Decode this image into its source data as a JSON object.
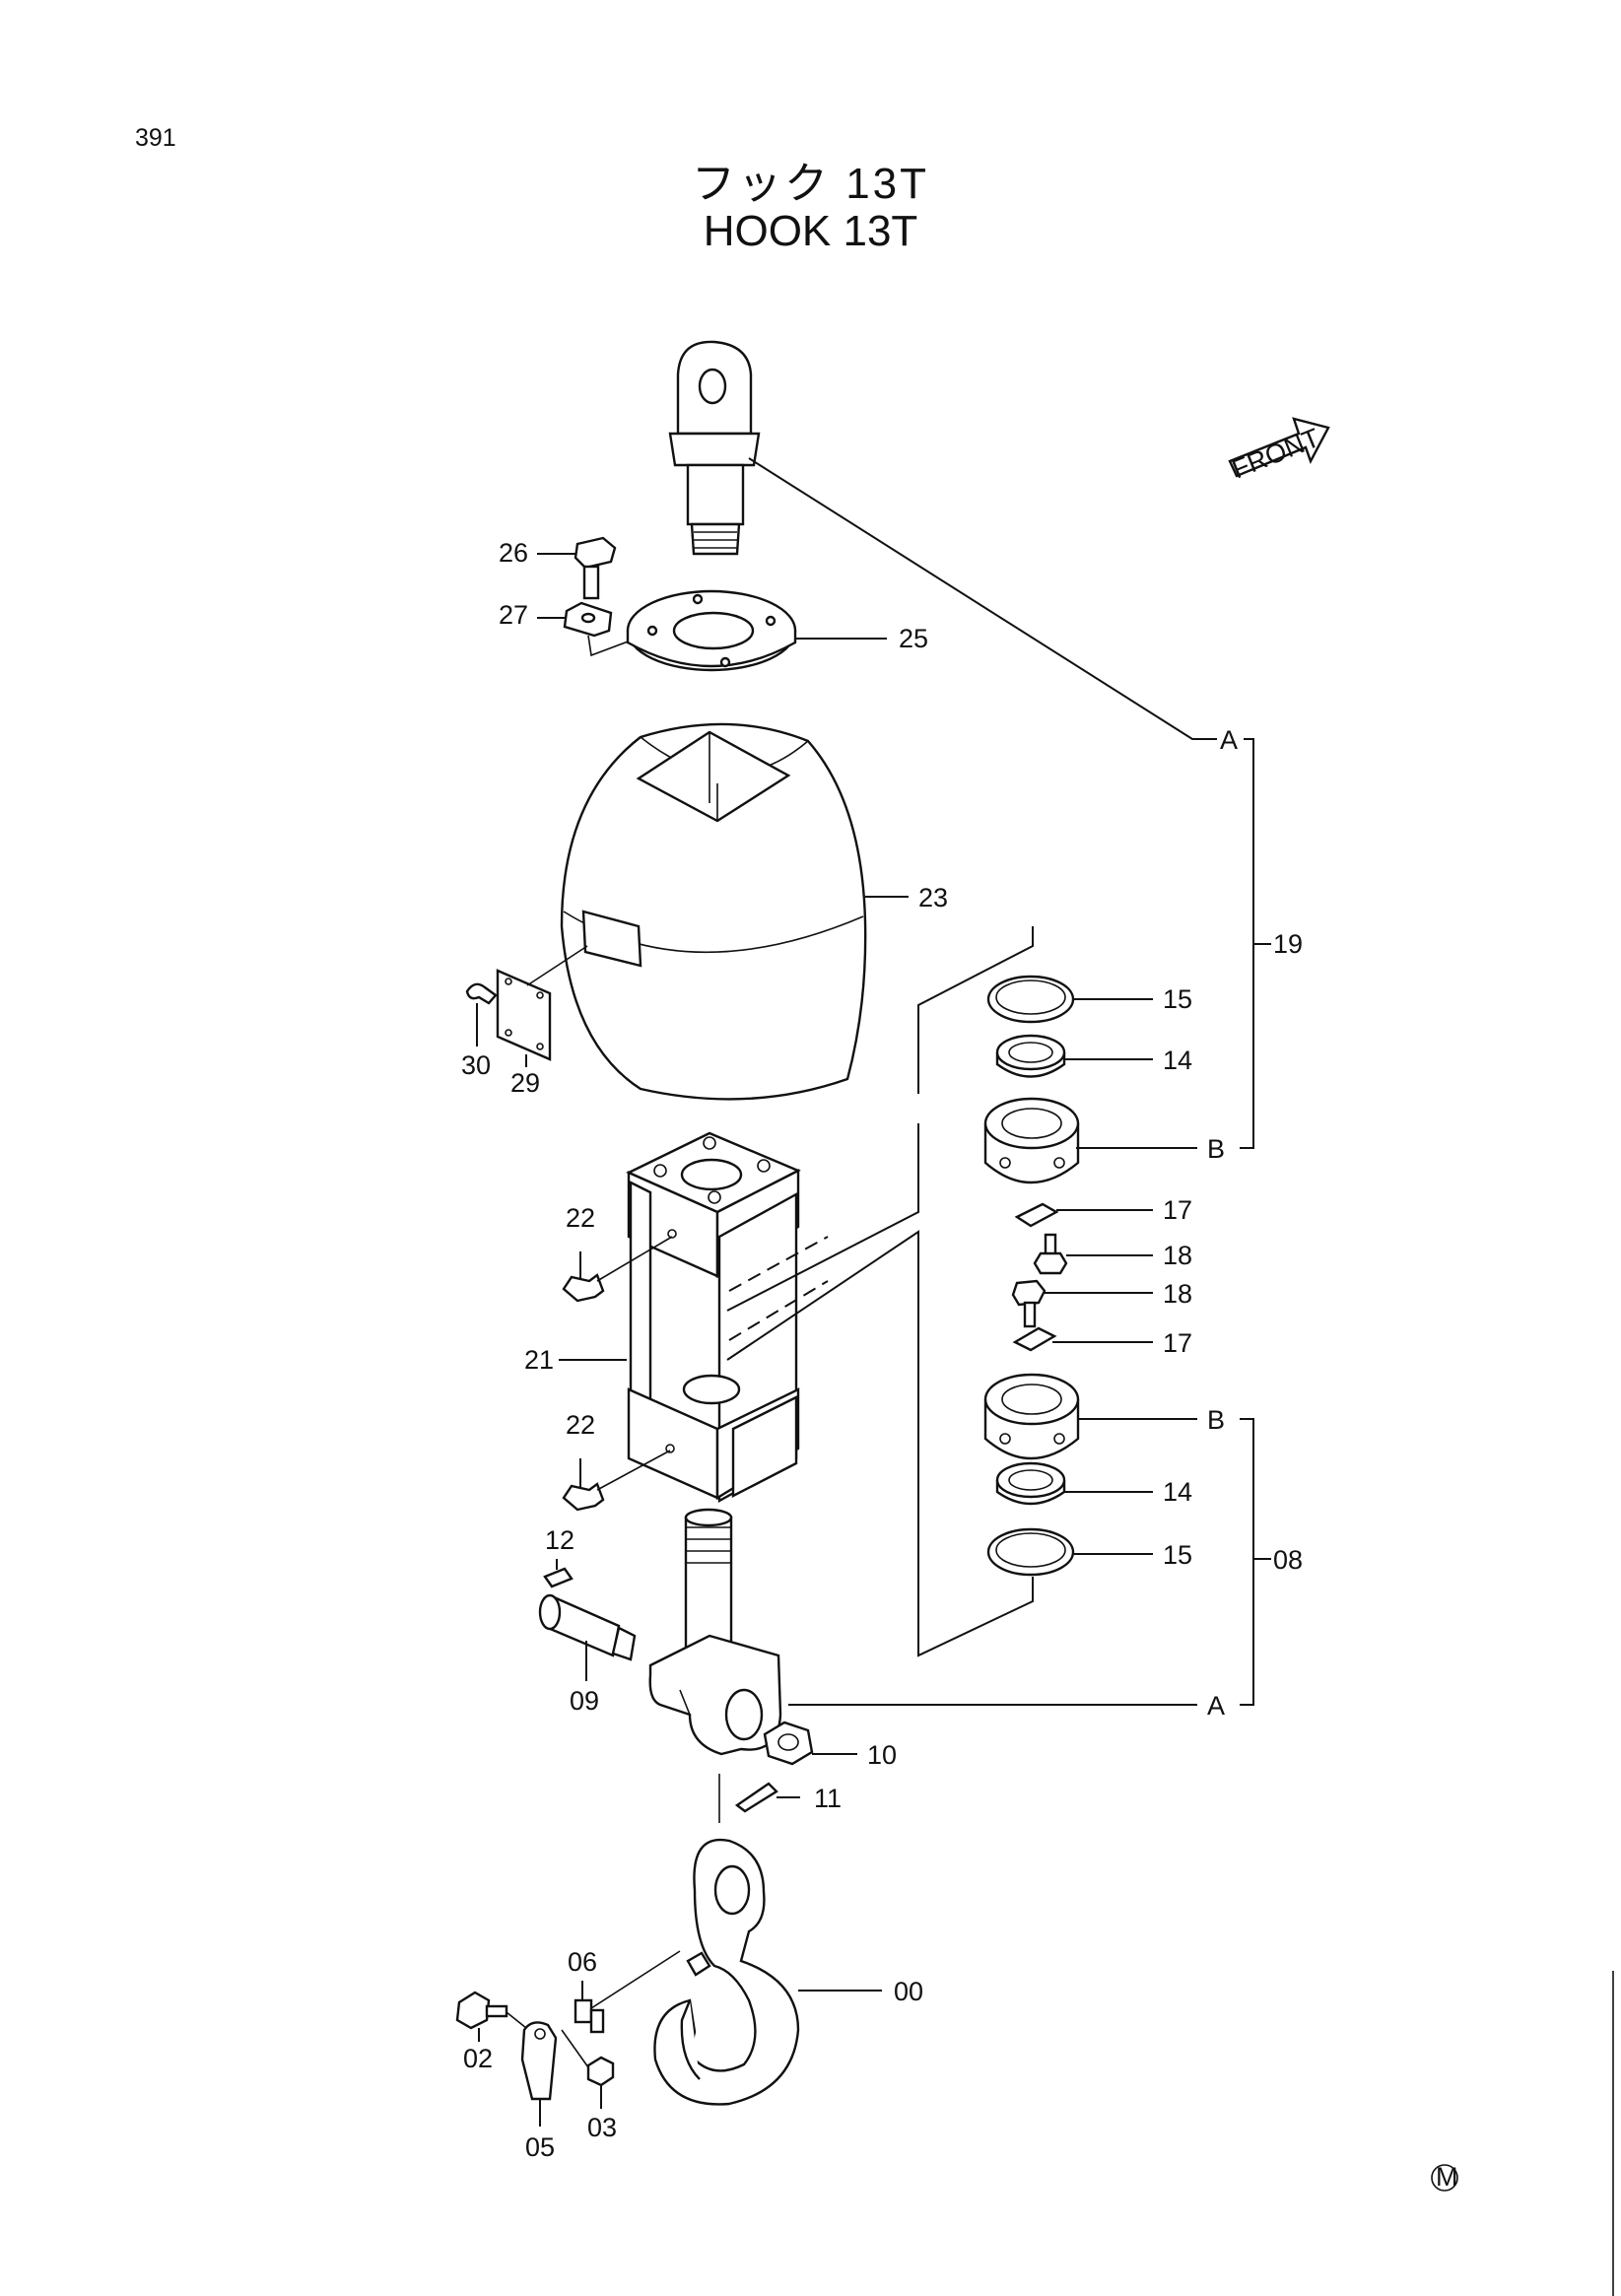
{
  "page": {
    "number": "391",
    "title_jp": "フック 13T",
    "title_en": "HOOK 13T",
    "front_label": "FRONT",
    "mark": "M"
  },
  "callouts": {
    "p00": "00",
    "p02": "02",
    "p03": "03",
    "p05": "05",
    "p06": "06",
    "p08": "08",
    "p09": "09",
    "p10": "10",
    "p11": "11",
    "p12": "12",
    "p14a": "14",
    "p14b": "14",
    "p15a": "15",
    "p15b": "15",
    "p17a": "17",
    "p17b": "17",
    "p18a": "18",
    "p18b": "18",
    "p19": "19",
    "p21": "21",
    "p22a": "22",
    "p22b": "22",
    "p23": "23",
    "p25": "25",
    "p26": "26",
    "p27": "27",
    "p29": "29",
    "p30": "30",
    "refA1": "A",
    "refA2": "A",
    "refB1": "B",
    "refB2": "B"
  }
}
